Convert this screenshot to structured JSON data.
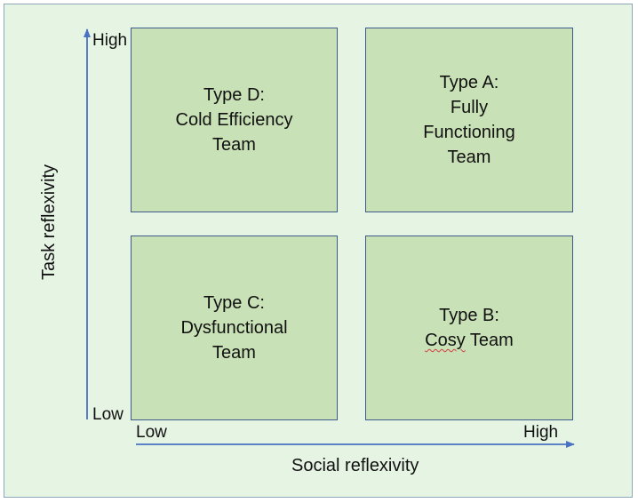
{
  "quadrants": {
    "top_left": {
      "lines": [
        "Type D:",
        "Cold Efficiency",
        "Team"
      ]
    },
    "top_right": {
      "lines": [
        "Type A:",
        "Fully",
        "Functioning",
        "Team"
      ]
    },
    "bottom_left": {
      "lines": [
        "Type C:",
        "Dysfunctional",
        "Team"
      ]
    },
    "bottom_right": {
      "lines": [
        "Type B:",
        "Cosy Team"
      ]
    }
  },
  "y_axis": {
    "title": "Task reflexivity",
    "high": "High",
    "low": "Low"
  },
  "x_axis": {
    "title": "Social reflexivity",
    "low": "Low",
    "high": "High"
  },
  "colors": {
    "background": "#e6f4e4",
    "quadrant_fill": "#c9e1b6",
    "quadrant_border": "#3d5a8a",
    "axis": "#4a72c4"
  }
}
